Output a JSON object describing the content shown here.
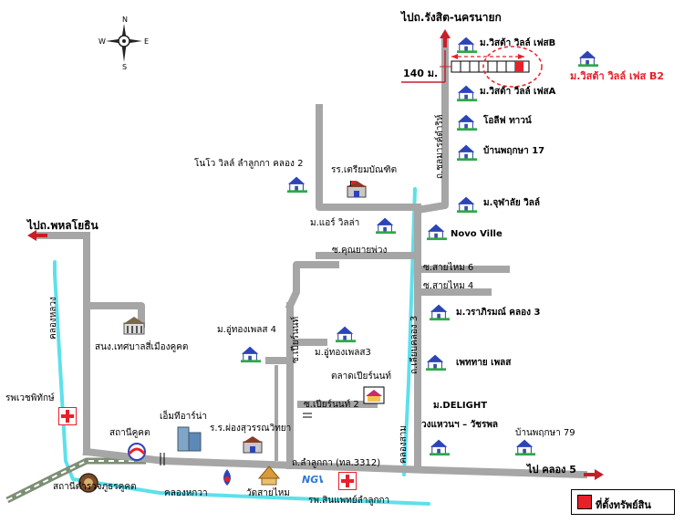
{
  "destinations": {
    "top": "ไปถ.รังสิต-นครนายก",
    "left": "ไปถ.พหลโยธิน",
    "right": "ไป คลอง 5"
  },
  "distance": "140 ม.",
  "target_project": "ม.วิสต้า วิลล์ เฟส B2",
  "roads": {
    "khlong_luang_road": "ถ.ลำลูกกา (ทล.3312)",
    "sukha_road": "ถ.ชลมารค์ดำริห์",
    "khlong3_road": "ถ.เลียบคลอง 3",
    "soi_khun": "ซ.คุณยายพ่วง",
    "soi_sai_mai6": "ซ.สายไหม 6",
    "soi_sai_mai4": "ซ.สายไหม 4",
    "soi_pier_vertical": "ซ.เปียร์นนท์",
    "soi_pier2": "ซ.เปียร์นนท์ 2",
    "khlong_luang": "คลองหลวง",
    "khlong_sam": "คลองสาม",
    "khlong_hok_wa": "คลองหกวา"
  },
  "places": {
    "vista_b": "ม.วิสต้า วิลล์ เฟสB",
    "vista_a": "ม.วิสต้า วิลล์ เฟสA",
    "olive": "โอลีฟ ทาวน์",
    "pruksa17": "บ้านพฤกษา 17",
    "nova_lamlukka": "โนโว วิลล์ ลำลูกกา คลอง 2",
    "school_triam": "รร.เตรียมบัณฑิต",
    "air_villa": "ม.แอร์ วิลล่า",
    "chula_villa": "ม.จุฬาลัย วิลล์",
    "novo_ville": "Novo Ville",
    "warapirom": "ม.วราภิรมณ์ คลอง 3",
    "uthong4": "ม.อู่ทองเพลส 4",
    "uthong3": "ม.อู่ทองเพลส3",
    "market": "ตลาดเปียร์นนท์",
    "phetthai": "เพททาย เพลส",
    "delight": "ม.DELIGHT",
    "ring": "วงแหวนฯ – วัชรพล",
    "pruksa79": "บ้านพฤกษา 79",
    "municipal": "สนง.เทศบาลสี่เมืองคูคต",
    "hospital_vech": "รพเวชพิทักษ์",
    "bts_station": "สถานีคูคต",
    "em_tower": "เอ็มทีอาร์น่า",
    "school_phong": "ร.ร.ผ่องสุวรรณวิทยา",
    "police": "สถานีตำรวจภูธรคูคต",
    "temple": "วัดสายไหม",
    "hospital_lam": "รพ.สินแพทย์ลำลูกกา"
  },
  "compass": {
    "n": "N",
    "s": "S",
    "e": "E",
    "w": "W"
  },
  "legend": {
    "label": "ที่ตั้งทรัพย์สิน"
  },
  "colors": {
    "road": "#a6a6a6",
    "canal": "#5ee0ea",
    "rail": "#7d8f74",
    "target": "#e8202a",
    "arrow": "#c81e28"
  }
}
